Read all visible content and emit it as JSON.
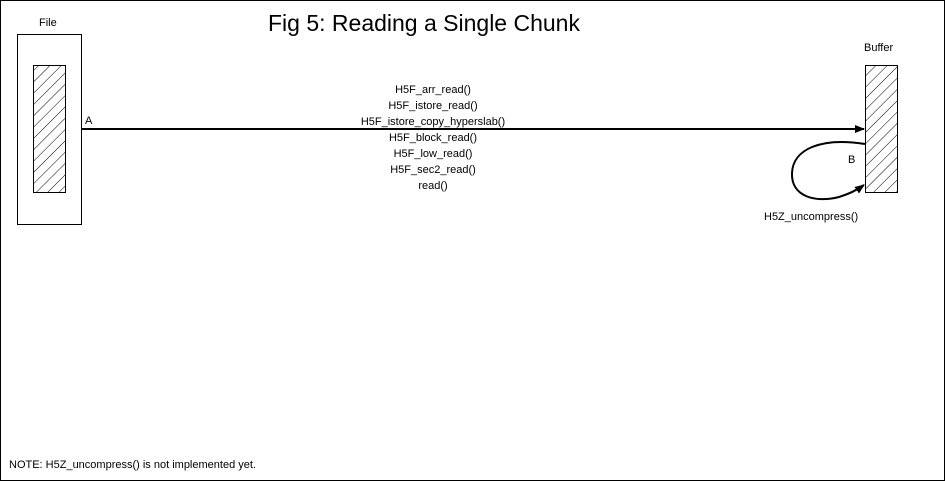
{
  "title": "Fig 5:  Reading a Single Chunk",
  "file_label": "File",
  "buffer_label": "Buffer",
  "point_a": "A",
  "point_b": "B",
  "call_stack": [
    "H5F_arr_read()",
    "H5F_istore_read()",
    "H5F_istore_copy_hyperslab()",
    "H5F_block_read()",
    "H5F_low_read()",
    "H5F_sec2_read()",
    "read()"
  ],
  "uncompress_label": "H5Z_uncompress()",
  "note": "NOTE: H5Z_uncompress() is not implemented yet."
}
